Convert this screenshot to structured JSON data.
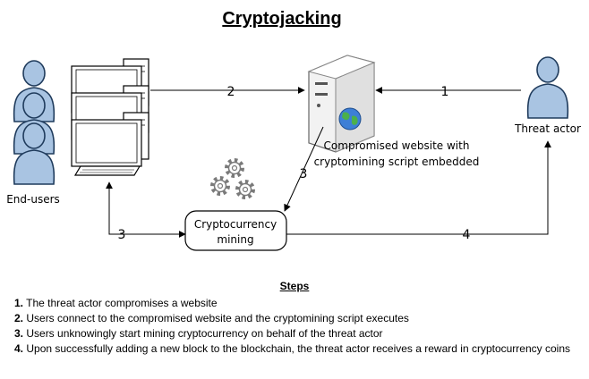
{
  "title": "Cryptojacking",
  "nodes": {
    "end_users": "End-users",
    "server_line1": "Compromised website with",
    "server_line2": "cryptomining script embedded",
    "threat_actor": "Threat actor",
    "mining_line1": "Cryptocurrency",
    "mining_line2": "mining"
  },
  "edges": {
    "actor_to_server": "1",
    "users_to_server": "2",
    "server_to_mining": "3",
    "mining_to_users": "3",
    "mining_to_actor": "4"
  },
  "steps_title": "Steps",
  "steps": [
    {
      "num": "1.",
      "text": " The threat actor compromises a website"
    },
    {
      "num": "2.",
      "text": " Users connect to the compromised website and the cryptomining script executes"
    },
    {
      "num": "3.",
      "text": " Users unknowingly start mining cryptocurrency on behalf of the threat actor"
    },
    {
      "num": "4.",
      "text": " Upon successfully adding a new block to the blockchain, the threat actor receives a reward in cryptocurrency coins"
    }
  ],
  "colors": {
    "person_fill": "#a9c4e2",
    "person_stroke": "#1f3b5c",
    "line": "#000000",
    "gear": "#7a7a7a"
  }
}
